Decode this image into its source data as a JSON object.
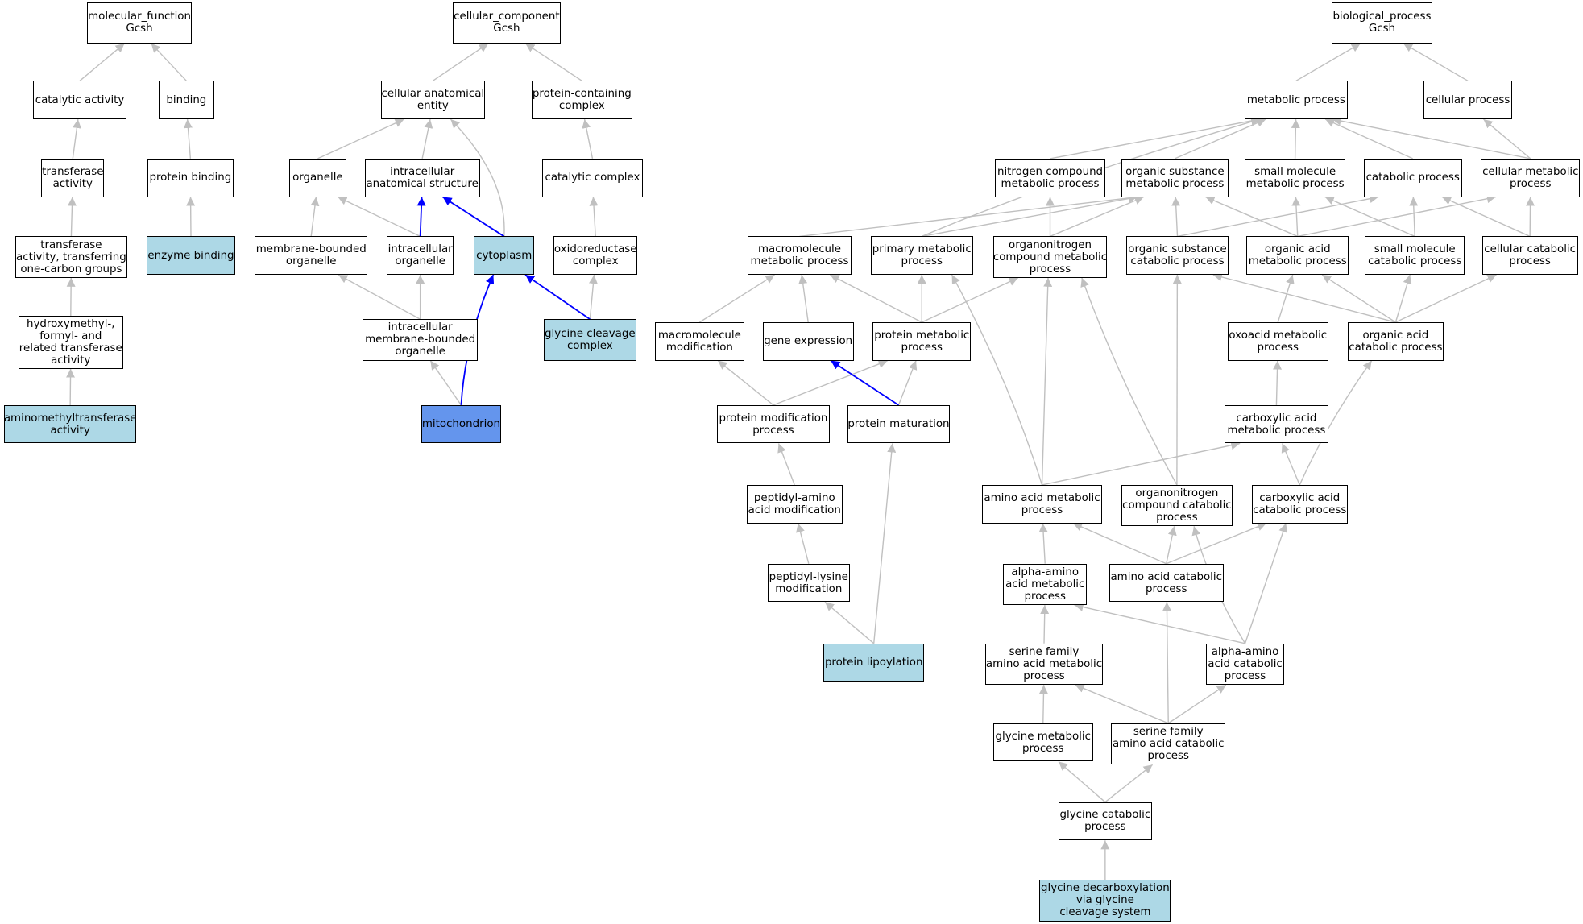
{
  "colors": {
    "edge": "#c0c0c0",
    "highlight_edge": "#0000ff",
    "annotated_fill": "#add8e6",
    "query_fill": "#6495ed",
    "node_fill": "#ffffff",
    "border": "#000000"
  },
  "nodes": {
    "mf_root": "molecular_function\nGcsh",
    "catalytic": "catalytic activity",
    "binding": "binding",
    "transferase": "transferase\nactivity",
    "protein_binding": "protein binding",
    "transf_onecarbon": "transferase\nactivity, transferring\none-carbon groups",
    "enzyme_binding": "enzyme binding",
    "hydroxymethyl": "hydroxymethyl-,\nformyl- and\nrelated transferase\nactivity",
    "aminomethyl": "aminomethyltransferase\nactivity",
    "cc_root": "cellular_component\nGcsh",
    "cae": "cellular anatomical\nentity",
    "pcc": "protein-containing\ncomplex",
    "organelle": "organelle",
    "ias": "intracellular\nanatomical structure",
    "catalytic_complex": "catalytic complex",
    "mbo": "membrane-bounded\norganelle",
    "io": "intracellular\norganelle",
    "cytoplasm": "cytoplasm",
    "oxred_complex": "oxidoreductase\ncomplex",
    "imbo": "intracellular\nmembrane-bounded\norganelle",
    "gcc": "glycine cleavage\ncomplex",
    "mito": "mitochondrion",
    "bp_root": "biological_process\nGcsh",
    "metabolic": "metabolic process",
    "cellular_process": "cellular process",
    "ncmp": "nitrogen compound\nmetabolic process",
    "osmp": "organic substance\nmetabolic process",
    "smmp": "small molecule\nmetabolic process",
    "catabolic": "catabolic process",
    "cmp": "cellular metabolic\nprocess",
    "mmp": "macromolecule\nmetabolic process",
    "pmp": "primary metabolic\nprocess",
    "ocmp": "organonitrogen\ncompound metabolic\nprocess",
    "oscp": "organic substance\ncatabolic process",
    "oamp": "organic acid\nmetabolic process",
    "smcp": "small molecule\ncatabolic process",
    "ccp": "cellular catabolic\nprocess",
    "mmod": "macromolecule\nmodification",
    "gene_expr": "gene expression",
    "prot_mp": "protein metabolic\nprocess",
    "oxoacid": "oxoacid metabolic\nprocess",
    "oacp": "organic acid\ncatabolic process",
    "pmod": "protein modification\nprocess",
    "pmat": "protein maturation",
    "camp": "carboxylic acid\nmetabolic process",
    "pam": "peptidyl-amino\nacid modification",
    "aamp": "amino acid metabolic\nprocess",
    "occp": "organonitrogen\ncompound catabolic\nprocess",
    "cacp": "carboxylic acid\ncatabolic process",
    "plm": "peptidyl-lysine\nmodification",
    "alpha_mp": "alpha-amino\nacid metabolic\nprocess",
    "aacp": "amino acid catabolic\nprocess",
    "plip": "protein lipoylation",
    "sfmp": "serine family\namino acid metabolic\nprocess",
    "alpha_cp": "alpha-amino\nacid catabolic\nprocess",
    "glymp": "glycine metabolic\nprocess",
    "sfcp": "serine family\namino acid catabolic\nprocess",
    "glycp": "glycine catabolic\nprocess",
    "gdc": "glycine decarboxylation\nvia glycine\ncleavage system"
  }
}
